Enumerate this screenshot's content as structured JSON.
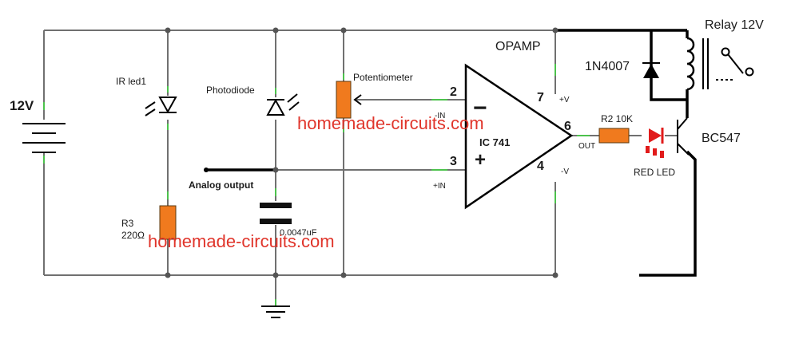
{
  "colors": {
    "resistor": "#f07a1e",
    "led_red": "#e11b1b",
    "watermark": "#e0352b",
    "pin_stub": "#4cc24c",
    "wire": "#707070"
  },
  "labels": {
    "supply": "12V",
    "ir_led": "IR led1",
    "photodiode": "Photodiode",
    "potentiometer": "Potentiometer",
    "opamp_title": "OPAMP",
    "ic": "IC 741",
    "pin2": "2",
    "pin3": "3",
    "pin4": "4",
    "pin6": "6",
    "pin7": "7",
    "inv_in": "-IN",
    "noninv_in": "+IN",
    "plus_v": "+V",
    "minus_v": "-V",
    "out": "OUT",
    "minus_sign": "−",
    "plus_sign": "+",
    "relay": "Relay 12V",
    "diode": "1N4007",
    "r2": "R2 10K",
    "transistor": "BC547",
    "red_led": "RED LED",
    "analog_output": "Analog output",
    "r3": "R3",
    "r3_value": "220Ω",
    "capacitor": "0.0047uF",
    "watermark": "homemade-circuits.com"
  }
}
